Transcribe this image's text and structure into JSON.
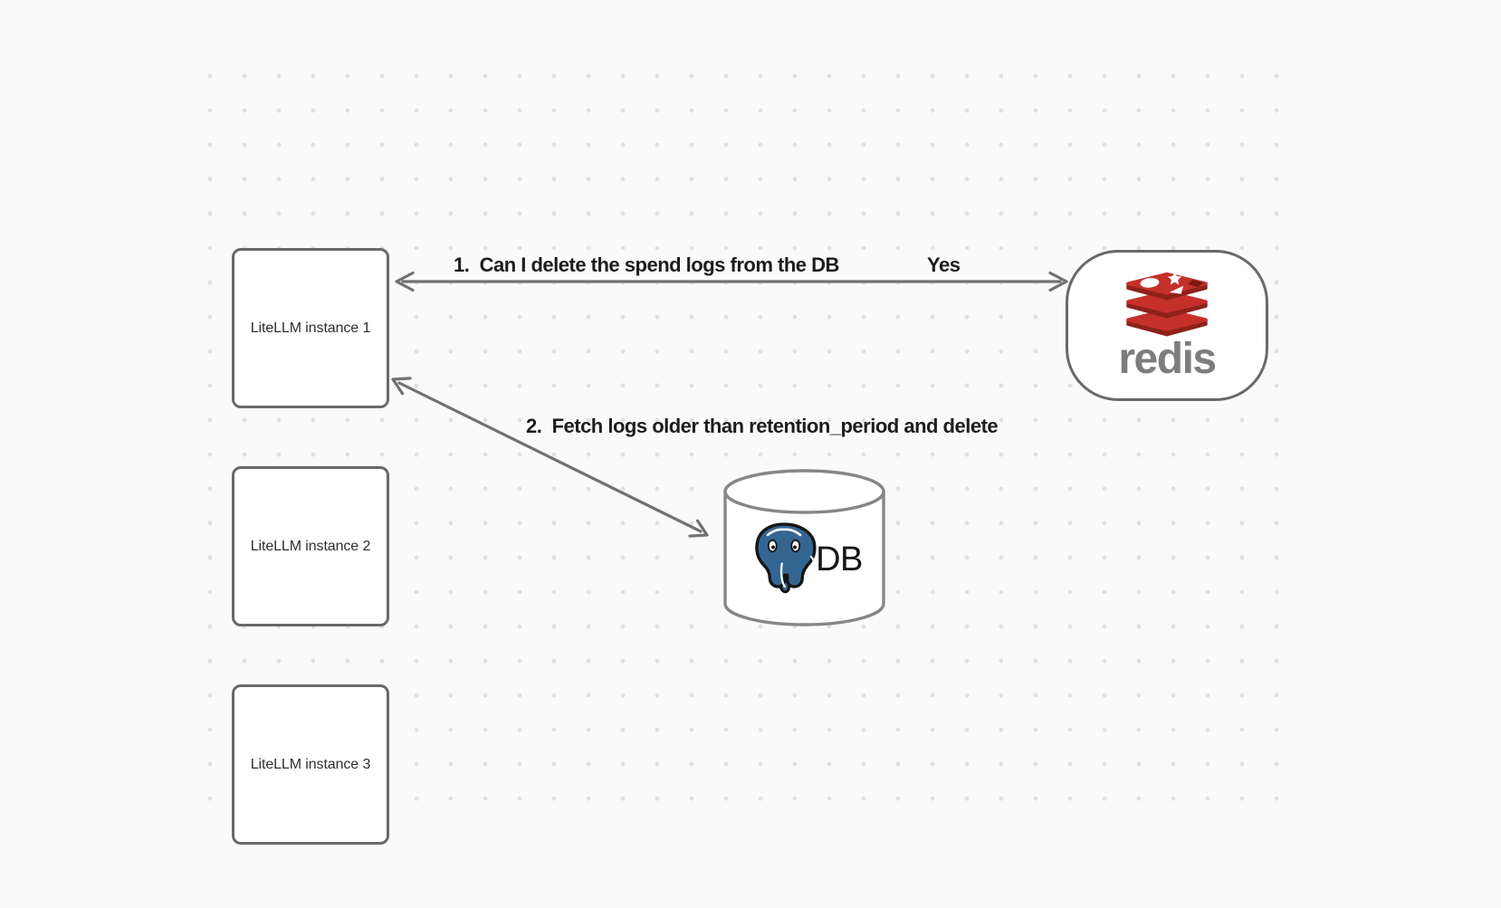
{
  "diagram": {
    "instances": [
      {
        "label": "LiteLLM instance 1"
      },
      {
        "label": "LiteLLM instance 2"
      },
      {
        "label": "LiteLLM instance 3"
      }
    ],
    "redis_node": {
      "wordmark": "redis"
    },
    "db_node": {
      "label": "DB"
    },
    "arrows": {
      "redis_question": {
        "label": "1.  Can I delete the spend logs from the DB",
        "answer": "Yes",
        "from": "LiteLLM instance 1",
        "to": "redis"
      },
      "db_fetch": {
        "label": "2.  Fetch logs older than retention_period and delete",
        "from": "LiteLLM instance 1",
        "to": "DB"
      }
    }
  },
  "colors": {
    "background": "#fafafa",
    "grid_dot": "#e0e0e0",
    "shape_stroke": "#696969",
    "arrow_stroke": "#717171",
    "label_text": "#1d1d1d",
    "box_text": "#2e2e2e",
    "redis_red": "#c6302b",
    "redis_dark_red": "#8d221b",
    "redis_wordmark_gray": "#7d7d7d",
    "postgres_blue": "#336791",
    "db_text": "#161616"
  }
}
